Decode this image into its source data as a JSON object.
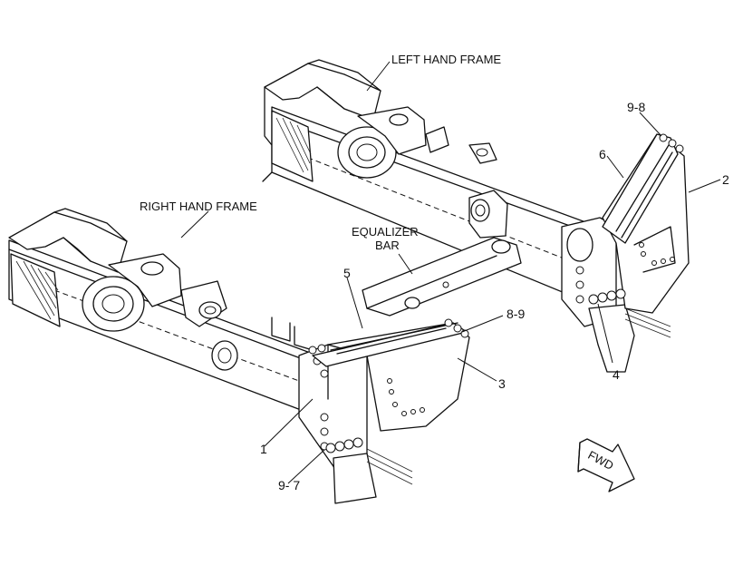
{
  "labels": {
    "left_hand_frame": "LEFT HAND FRAME",
    "right_hand_frame": "RIGHT HAND FRAME",
    "equalizer_line1": "EQUALIZER",
    "equalizer_line2": "BAR"
  },
  "callouts": {
    "c1": "1",
    "c2": "2",
    "c3": "3",
    "c4": "4",
    "c5": "5",
    "c6": "6",
    "c8_9": "8-9",
    "c9_8": "9-8",
    "c9_7": "9- 7"
  },
  "fwd_arrow": "FWD"
}
